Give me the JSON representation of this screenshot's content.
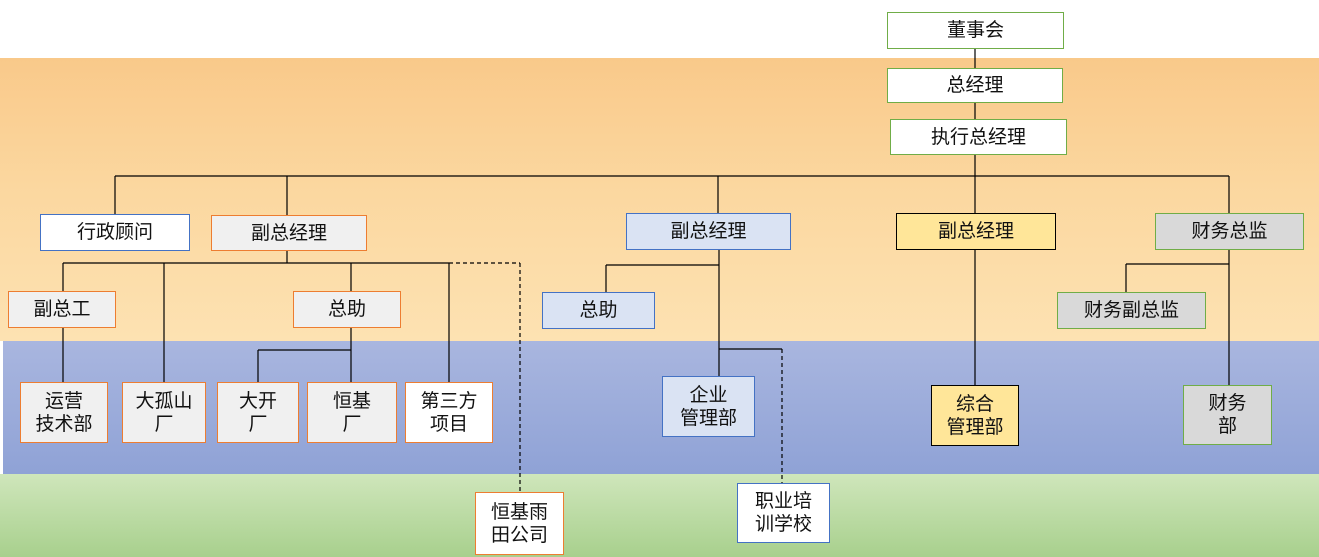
{
  "org": {
    "board": "董事会",
    "general_manager": "总经理",
    "executive_gm": "执行总经理",
    "admin_advisor": "行政顾问",
    "deputy_gm_1": "副总经理",
    "deputy_chief_engineer": "副总工",
    "assistant_gm_1": "总助",
    "ops_tech_dept": "运营\n技术部",
    "dagushan_plant": "大孤山\n厂",
    "dakai_plant": "大开\n厂",
    "hengji_plant": "恒基\n厂",
    "third_party_projects": "第三方\n项目",
    "hengji_yutian_company": "恒基雨\n田公司",
    "deputy_gm_2": "副总经理",
    "assistant_gm_2": "总助",
    "enterprise_mgmt_dept": "企业\n管理部",
    "vocational_school": "职业培\n训学校",
    "deputy_gm_3": "副总经理",
    "general_mgmt_dept": "综合\n管理部",
    "cfo": "财务总监",
    "deputy_cfo": "财务副总监",
    "finance_dept": "财务\n部"
  },
  "colors": {
    "band_orange": "#fbd79f",
    "band_blue": "#8fa2d6",
    "band_green": "#a8d08d",
    "border_green": "#70ad47",
    "border_orange": "#ed7d31",
    "border_blue": "#4472c4",
    "border_black": "#000000",
    "line": "#000000"
  }
}
